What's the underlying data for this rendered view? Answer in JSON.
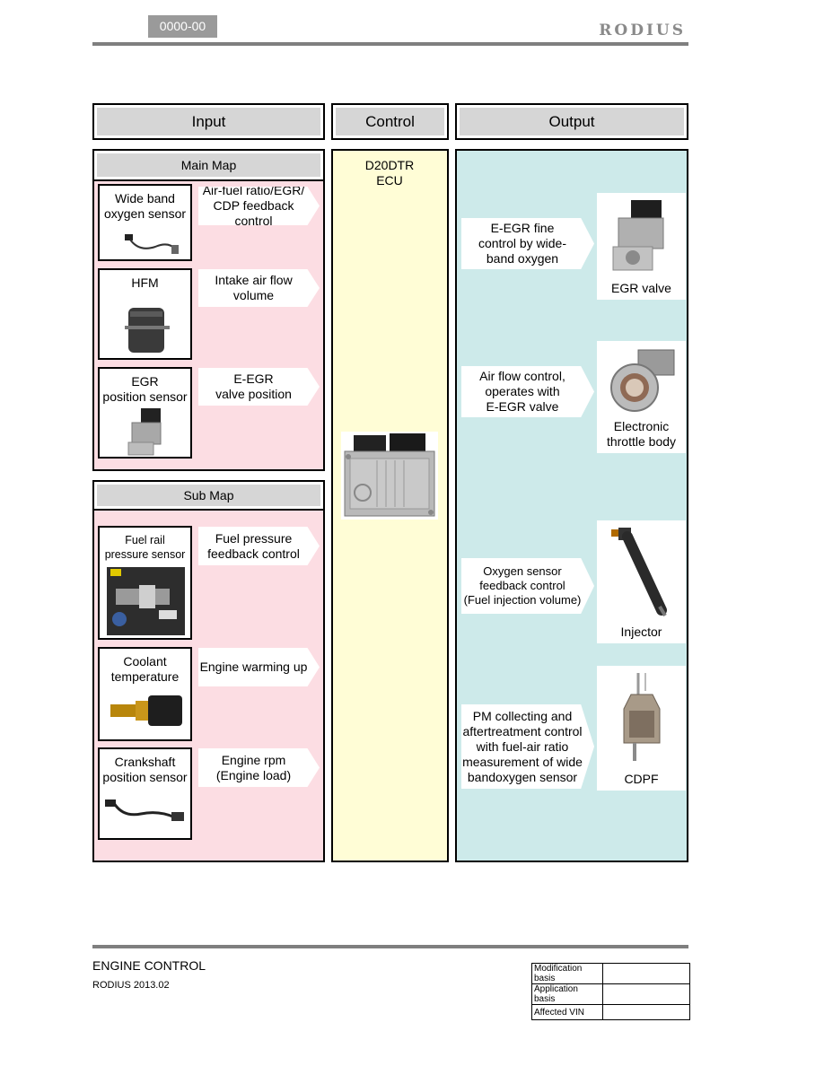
{
  "header": {
    "code": "0000-00",
    "brand": "RODIUS"
  },
  "columns": {
    "input": "Input",
    "control": "Control",
    "output": "Output"
  },
  "control": {
    "ecu_line1": "D20DTR",
    "ecu_line2": "ECU"
  },
  "main_map": {
    "title": "Main Map",
    "rows": [
      {
        "sensor_lines": [
          "Wide band",
          "oxygen sensor"
        ],
        "arrow_lines": [
          "Air-fuel ratio/EGR/",
          "CDP feedback control"
        ]
      },
      {
        "sensor_lines": [
          "HFM"
        ],
        "arrow_lines": [
          "Intake air flow",
          "volume"
        ]
      },
      {
        "sensor_lines": [
          "EGR",
          "position sensor"
        ],
        "arrow_lines": [
          "E-EGR",
          "valve position"
        ]
      }
    ]
  },
  "sub_map": {
    "title": "Sub Map",
    "rows": [
      {
        "sensor_lines": [
          "Fuel rail",
          "pressure sensor"
        ],
        "arrow_lines": [
          "Fuel pressure",
          "feedback control"
        ]
      },
      {
        "sensor_lines": [
          "Coolant",
          "temperature"
        ],
        "arrow_lines": [
          "Engine warming up"
        ]
      },
      {
        "sensor_lines": [
          "Crankshaft",
          "position sensor"
        ],
        "arrow_lines": [
          "Engine rpm",
          "(Engine load)"
        ]
      }
    ]
  },
  "outputs": [
    {
      "arrow_lines": [
        "E-EGR fine",
        "control by wide-",
        "band oxygen"
      ],
      "device_lines": [
        "EGR valve"
      ]
    },
    {
      "arrow_lines": [
        "Air flow control,",
        "operates with",
        "E-EGR valve"
      ],
      "device_lines": [
        "Electronic",
        "throttle body"
      ]
    },
    {
      "arrow_lines": [
        "Oxygen sensor",
        "feedback control",
        "(Fuel injection volume)"
      ],
      "device_lines": [
        "Injector"
      ]
    },
    {
      "arrow_lines": [
        "PM collecting and",
        "aftertreatment control",
        "with fuel-air ratio",
        "measurement of wide",
        "bandoxygen sensor"
      ],
      "device_lines": [
        "CDPF"
      ]
    }
  ],
  "footer": {
    "title": "ENGINE CONTROL",
    "subtitle": "RODIUS 2013.02",
    "meta": [
      {
        "label": "Modification basis",
        "value": ""
      },
      {
        "label": "Application basis",
        "value": ""
      },
      {
        "label": "Affected VIN",
        "value": ""
      }
    ]
  }
}
